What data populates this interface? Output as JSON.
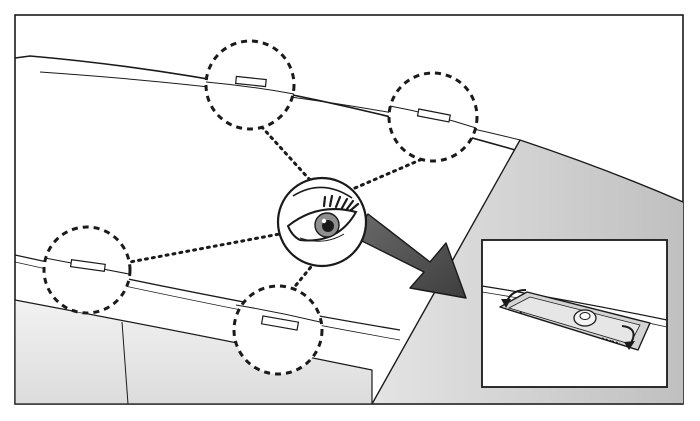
{
  "figure": {
    "kind": "installation-illustration",
    "palette": {
      "line": "#1a1a1a",
      "panel": "#ffffff",
      "shade": "#d9d9d9",
      "shade_dark": "#b9b9b9",
      "arrow": "#595959",
      "tab": "#bdbdbd"
    },
    "callouts": [
      {
        "id": "tab-top-left"
      },
      {
        "id": "tab-top-right"
      },
      {
        "id": "tab-left"
      },
      {
        "id": "tab-bottom"
      }
    ],
    "center_icon": "eye-icon",
    "inset": {
      "name": "tab-removal-detail",
      "arrow_icons": [
        "curved-arrow-left-icon",
        "curved-arrow-right-icon"
      ]
    }
  }
}
